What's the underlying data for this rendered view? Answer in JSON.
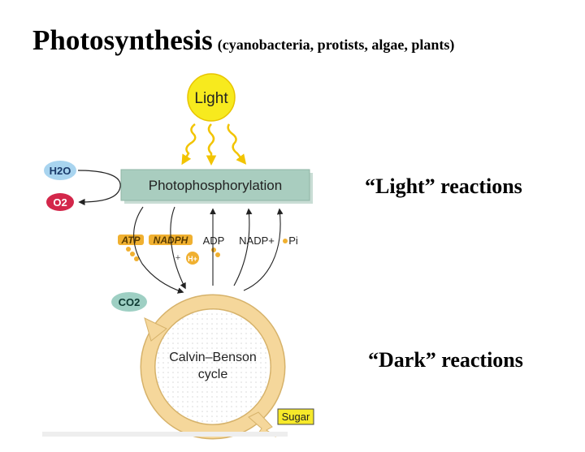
{
  "title": {
    "main": "Photosynthesis",
    "sub": "(cyanobacteria, protists, algae, plants)"
  },
  "side_labels": {
    "light_reactions": "“Light” reactions",
    "dark_reactions": "“Dark” reactions"
  },
  "diagram": {
    "light": "Light",
    "photophosphorylation": "Photophosphorylation",
    "h2o": "H2O",
    "o2": "O2",
    "atp": "ATP",
    "nadph": "NADPH",
    "plus": "+",
    "h_plus": "H+",
    "adp": "ADP",
    "nadp_plus": "NADP+",
    "pi": "Pi",
    "co2": "CO2",
    "cycle_line1": "Calvin–Benson",
    "cycle_line2": "cycle",
    "sugar": "Sugar"
  },
  "colors": {
    "sun": "#f7ea1e",
    "sun_rays": "#f2c400",
    "photo_box": "#a9cdbf",
    "cycle_ring": "#f5d79b",
    "h2o_blob": "#a8d4ef",
    "o2_blob": "#d3274a",
    "co2_blob": "#9ecfc3",
    "molecule_dot": "#f0b030",
    "sugar_box": "#f6e92a"
  }
}
